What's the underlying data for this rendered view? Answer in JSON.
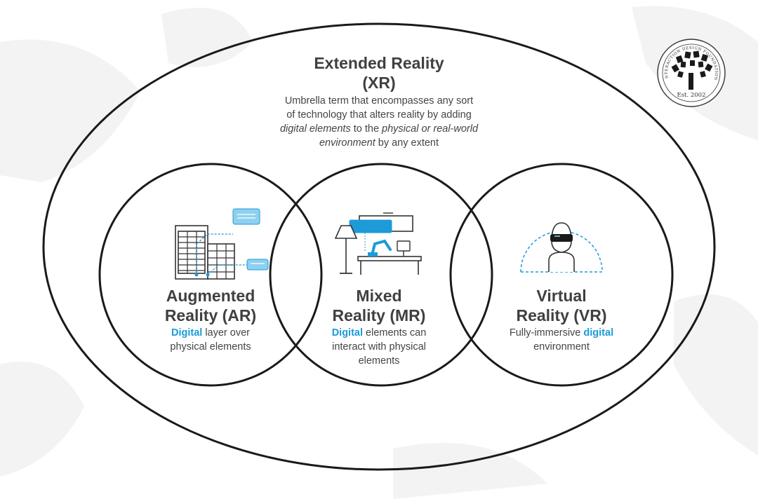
{
  "logo": {
    "arc_text": "INTERACTION DESIGN FOUNDATION",
    "est": "Est. 2002"
  },
  "xr": {
    "title_line1": "Extended Reality",
    "title_line2": "(XR)",
    "desc_line1": "Umbrella term that encompasses any sort",
    "desc_line2": "of technology that alters reality by adding",
    "desc_line3_italic": "digital elements",
    "desc_line3_plain": " to the ",
    "desc_line3_italic2": "physical or real-world",
    "desc_line4_italic": "environment",
    "desc_line4_plain": " by any extent"
  },
  "ar": {
    "title_line1": "Augmented",
    "title_line2": "Reality (AR)",
    "desc_highlight": "Digital",
    "desc_rest1": " layer over",
    "desc_line2": "physical elements"
  },
  "mr": {
    "title_line1": "Mixed",
    "title_line2": "Reality (MR)",
    "desc_highlight": "Digital",
    "desc_rest1": " elements can",
    "desc_line2": "interact with physical",
    "desc_line3": "elements"
  },
  "vr": {
    "title_line1": "Virtual",
    "title_line2": "Reality (VR)",
    "desc_plain1": "Fully-immersive ",
    "desc_highlight": "digital",
    "desc_line2": "environment"
  },
  "colors": {
    "accent": "#1c9bd8",
    "light_accent": "#8fd0ef",
    "stroke": "#1a1a1a",
    "watermark": "#f2f2f2"
  }
}
